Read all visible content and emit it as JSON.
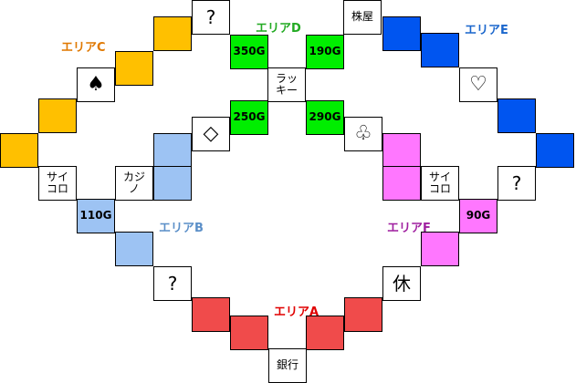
{
  "colors": {
    "area_a": "#f04b4b",
    "area_b": "#9dc3f3",
    "area_c": "#ffc000",
    "area_d": "#00ee00",
    "area_e": "#0055f0",
    "area_f": "#ff77ff",
    "label_a": "#e00000",
    "label_b": "#5b8fc8",
    "label_c": "#e07800",
    "label_d": "#22aa22",
    "label_e": "#1a66cc",
    "label_f": "#a020a0"
  },
  "areas": {
    "a": "エリアA",
    "b": "エリアB",
    "c": "エリアC",
    "d": "エリアD",
    "e": "エリアE",
    "f": "エリアF"
  },
  "squares": {
    "question_top": "?",
    "kabuya": "株屋",
    "lucky_line1": "ラッ",
    "lucky_line2": "キー",
    "price_350": "350G",
    "price_190": "190G",
    "price_250": "250G",
    "price_290": "290G",
    "spade": "♠",
    "heart": "♡",
    "diamond": "◇",
    "club": "♧",
    "dice_left_line1": "サイ",
    "dice_left_line2": "コロ",
    "casino_line1": "カジ",
    "casino_line2": "ノ",
    "dice_right_line1": "サイ",
    "dice_right_line2": "コロ",
    "question_right": "?",
    "price_110": "110G",
    "price_90": "90G",
    "question_left": "?",
    "rest": "休",
    "bank": "銀行"
  }
}
